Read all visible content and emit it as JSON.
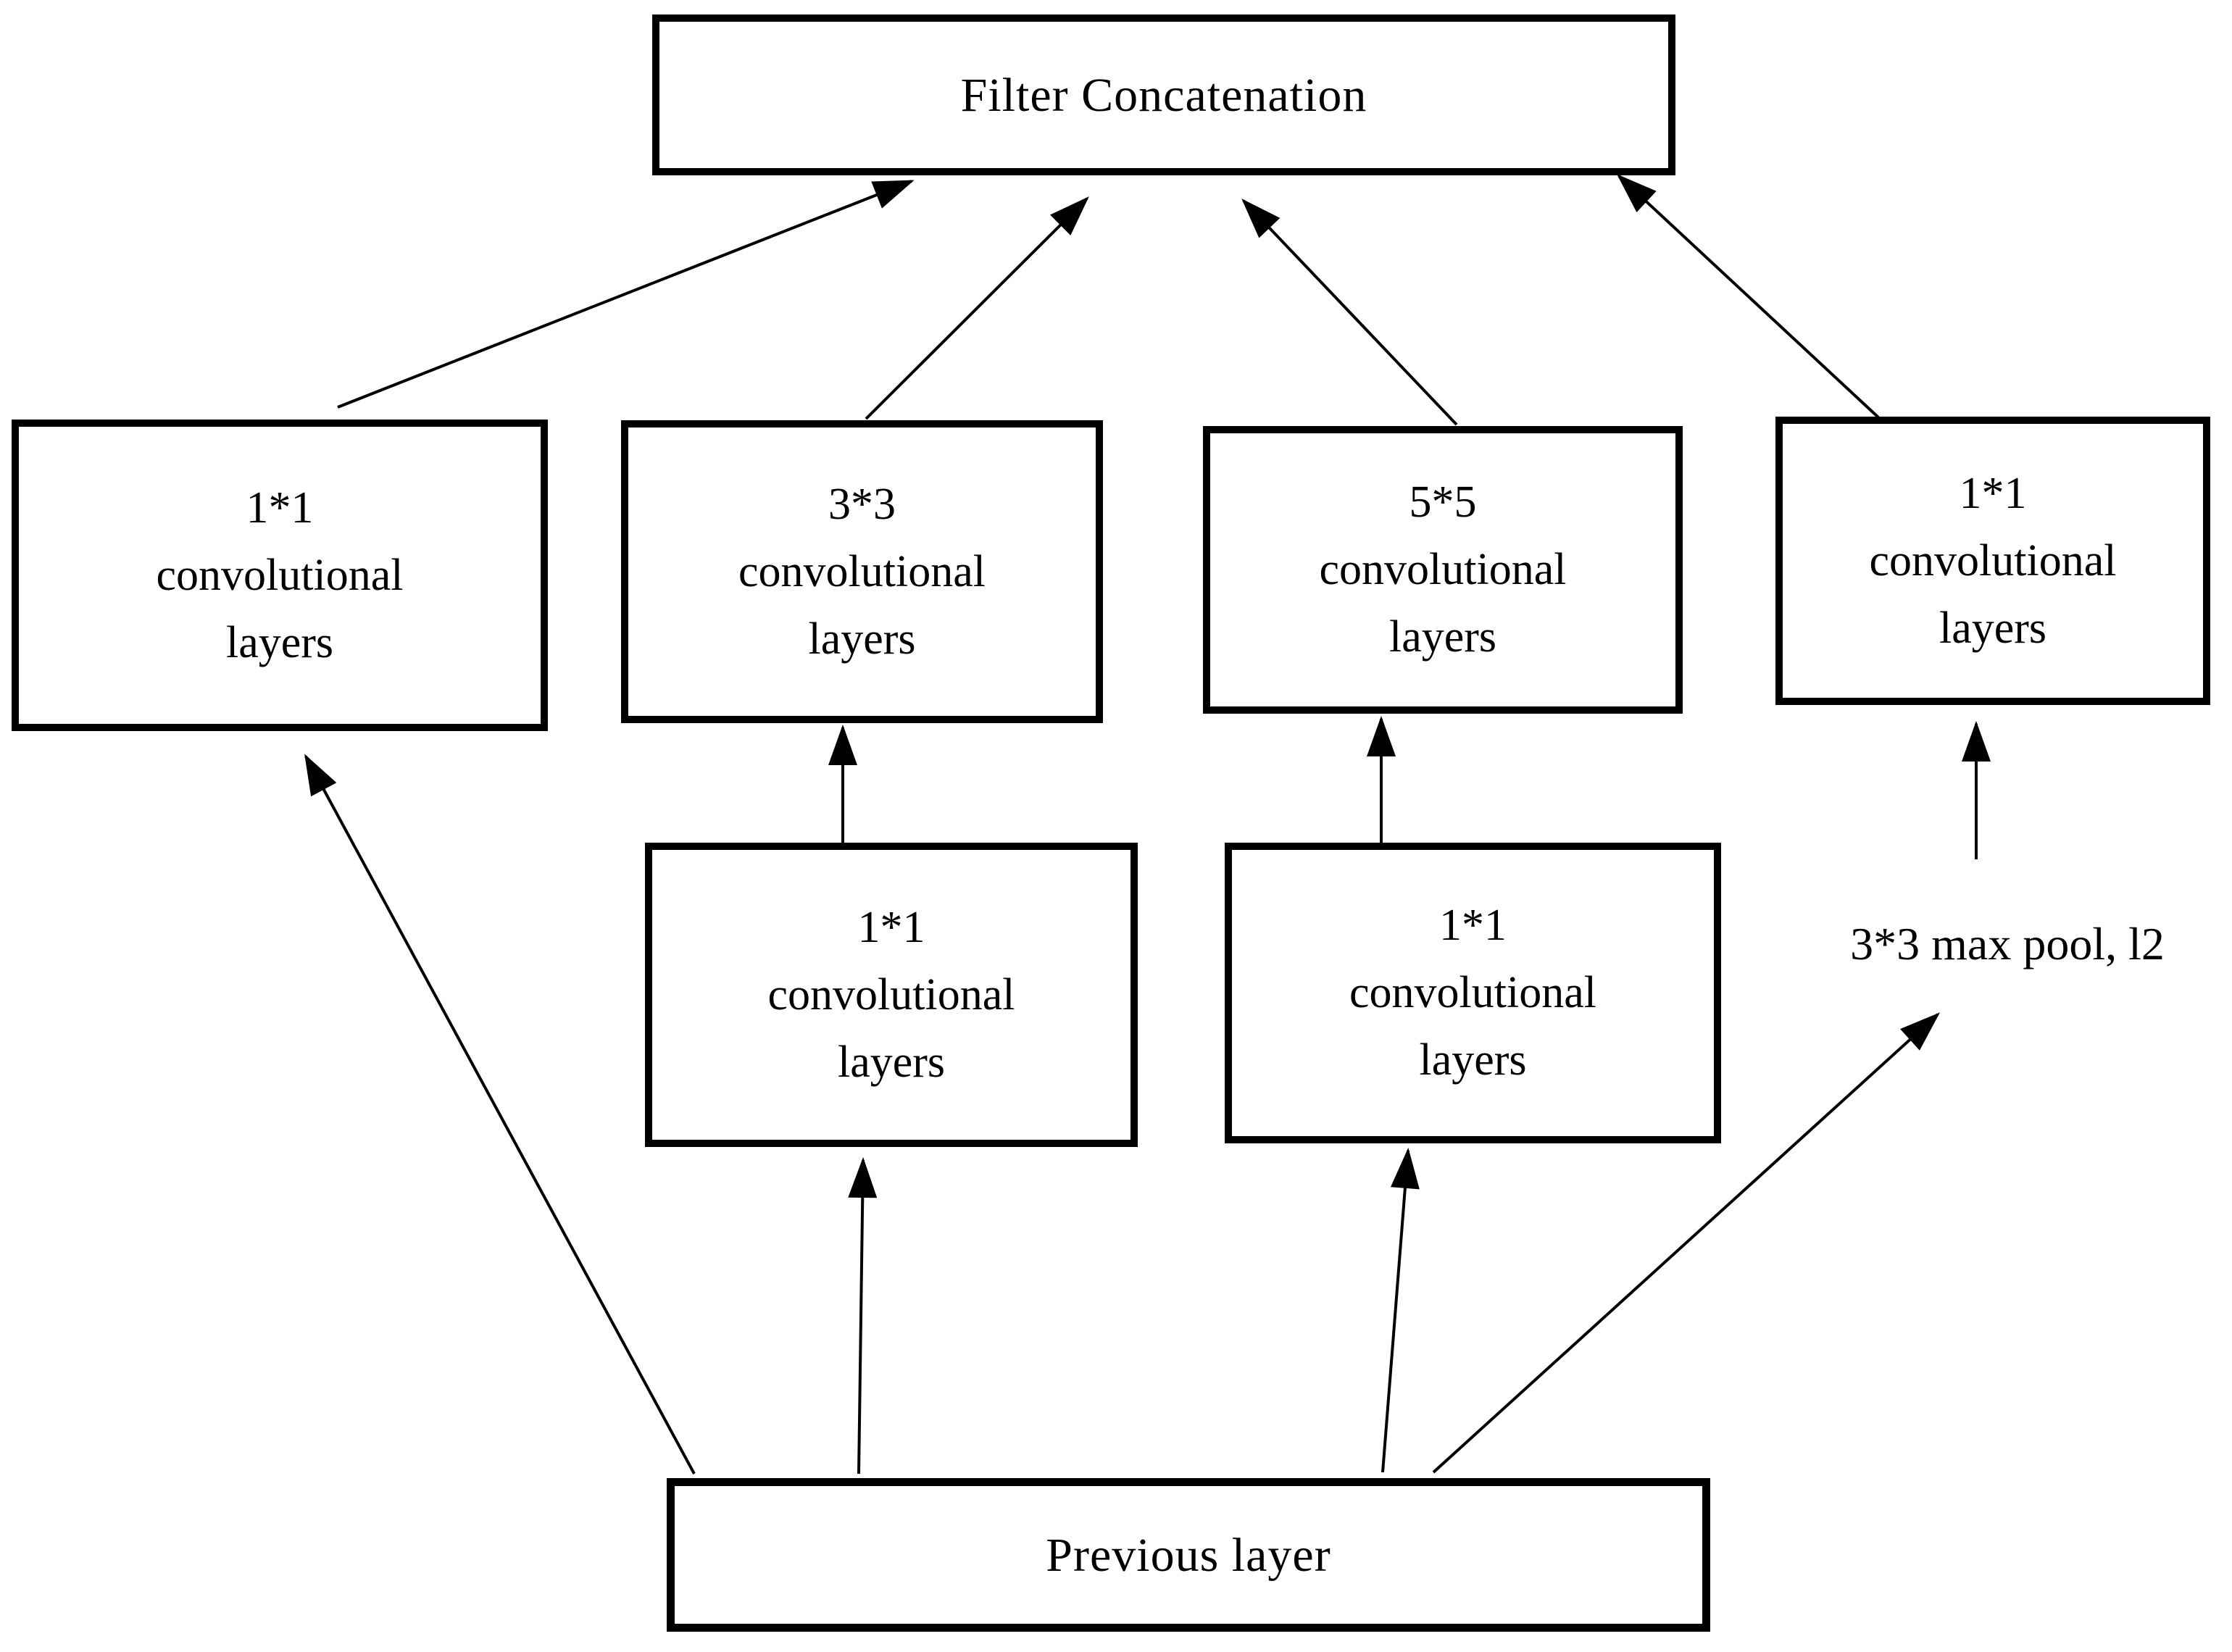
{
  "figure": {
    "description": "Inception module block diagram"
  },
  "colors": {
    "background": "#ffffff",
    "line": "#000000",
    "text": "#000000"
  },
  "nodes": {
    "filter_concatenation": "Filter Concatenation",
    "branch1_conv": "1*1\nconvolutional\nlayers",
    "branch2_conv": "3*3\nconvolutional\nlayers",
    "branch3_conv": "5*5\nconvolutional\nlayers",
    "branch4_conv": "1*1\nconvolutional\nlayers",
    "branch2_reduce": "1*1\nconvolutional\nlayers",
    "branch3_reduce": "1*1\nconvolutional\nlayers",
    "branch4_pool": "3*3 max pool, l2",
    "previous_layer": "Previous layer"
  },
  "edges": [
    {
      "from": "branch1_conv",
      "to": "filter_concatenation"
    },
    {
      "from": "branch2_conv",
      "to": "filter_concatenation"
    },
    {
      "from": "branch3_conv",
      "to": "filter_concatenation"
    },
    {
      "from": "branch4_conv",
      "to": "filter_concatenation"
    },
    {
      "from": "branch2_reduce",
      "to": "branch2_conv"
    },
    {
      "from": "branch3_reduce",
      "to": "branch3_conv"
    },
    {
      "from": "branch4_pool",
      "to": "branch4_conv"
    },
    {
      "from": "previous_layer",
      "to": "branch1_conv"
    },
    {
      "from": "previous_layer",
      "to": "branch2_reduce"
    },
    {
      "from": "previous_layer",
      "to": "branch3_reduce"
    },
    {
      "from": "previous_layer",
      "to": "branch4_pool"
    }
  ]
}
